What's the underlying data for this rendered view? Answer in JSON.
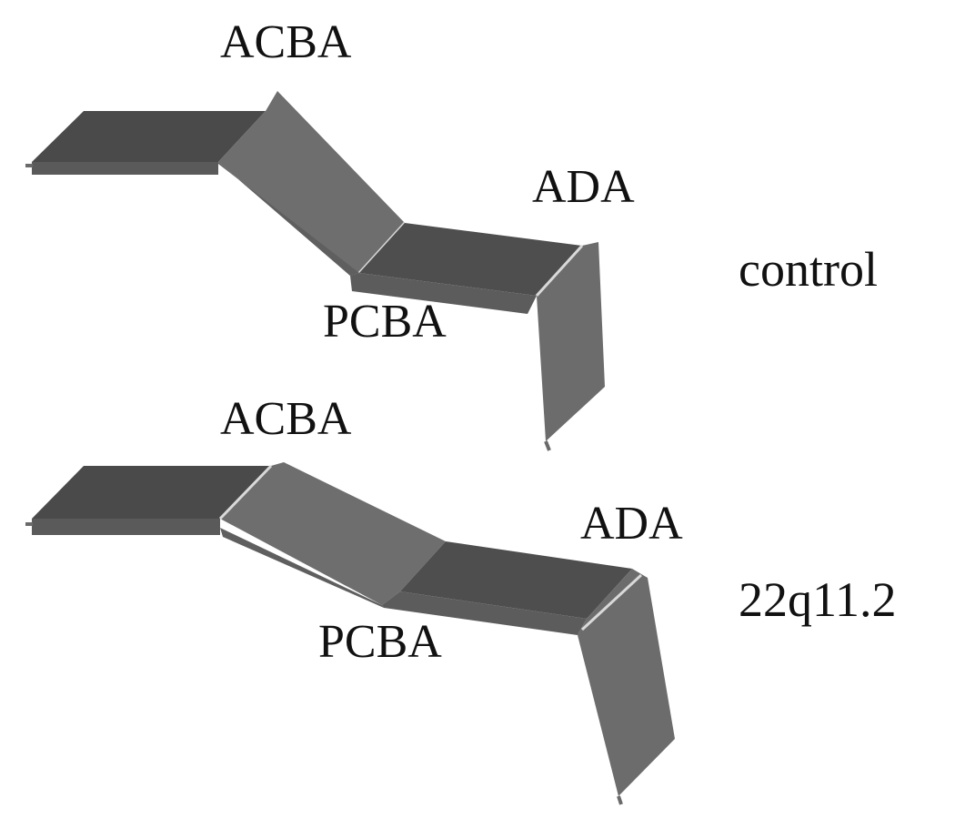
{
  "figure": {
    "colors": {
      "dark_face": "#4e4e4e",
      "mid_face": "#6a6a6a",
      "light_face": "#7c7c7c",
      "edge_highlight": "#d9d9d9",
      "text": "#111111"
    },
    "groups": [
      {
        "name": "control",
        "labels": {
          "acba": "ACBA",
          "pcba": "PCBA",
          "ada": "ADA",
          "group": "control"
        }
      },
      {
        "name": "22q11.2",
        "labels": {
          "acba": "ACBA",
          "pcba": "PCBA",
          "ada": "ADA",
          "group": "22q11.2"
        }
      }
    ]
  }
}
